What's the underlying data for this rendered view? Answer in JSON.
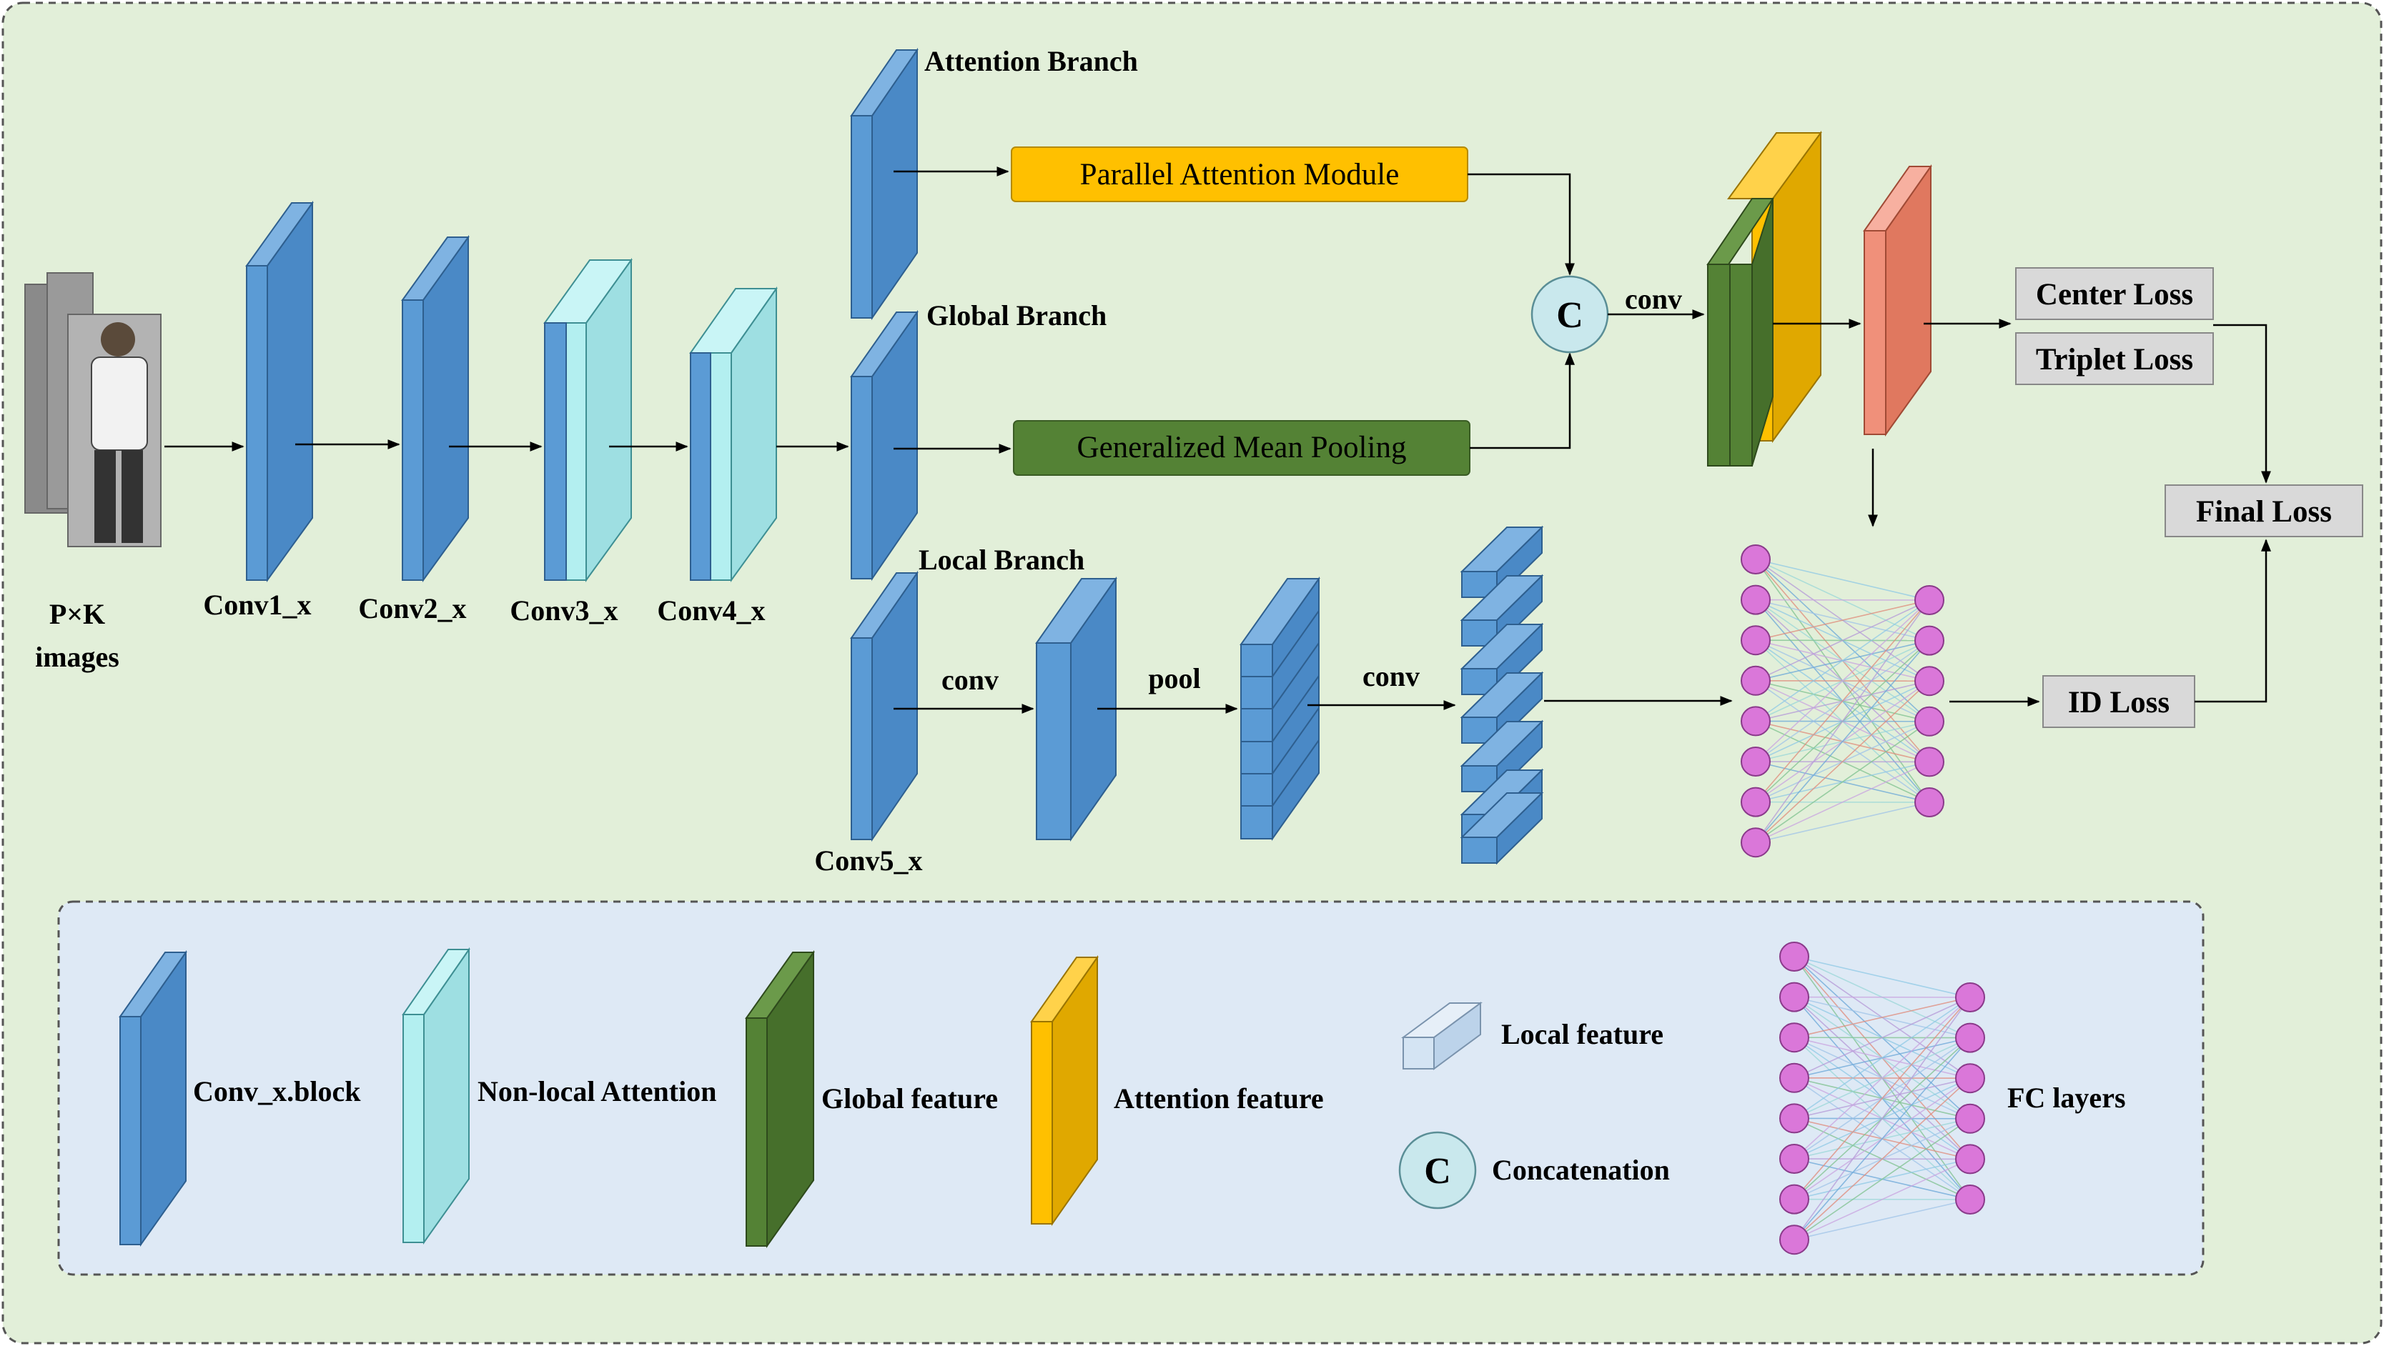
{
  "input": {
    "label_line1": "P×K",
    "label_line2": "images"
  },
  "backbone": {
    "conv1": "Conv1_x",
    "conv2": "Conv2_x",
    "conv3": "Conv3_x",
    "conv4": "Conv4_x",
    "conv5": "Conv5_x"
  },
  "branches": {
    "attention": "Attention Branch",
    "global": "Global Branch",
    "local": "Local Branch"
  },
  "modules": {
    "parallel_attention": "Parallel Attention Module",
    "gem_pooling": "Generalized Mean Pooling"
  },
  "ops": {
    "concat_symbol": "C",
    "conv_top": "conv",
    "conv_local_1": "conv",
    "pool": "pool",
    "conv_local_2": "conv"
  },
  "losses": {
    "center": "Center Loss",
    "triplet": "Triplet Loss",
    "final": "Final Loss",
    "id": "ID Loss"
  },
  "legend": {
    "conv_block": "Conv_x.block",
    "non_local": "Non-local Attention",
    "global_feature": "Global feature",
    "attention_feature": "Attention feature",
    "local_feature": "Local feature",
    "concat_symbol": "C",
    "concatenation": "Concatenation",
    "fc_layers": "FC layers"
  },
  "colors": {
    "background": "#e2efd9",
    "legend_bg": "#dee9f5",
    "conv_blue": "#5b9bd5",
    "non_local": "#b3eff0",
    "global_green": "#548235",
    "attention_yellow": "#ffc000",
    "fc_salmon": "#f0907a",
    "concat_circle": "#c9e8ed",
    "node_pink": "#da77d9",
    "loss_box": "#d9d9d9"
  }
}
